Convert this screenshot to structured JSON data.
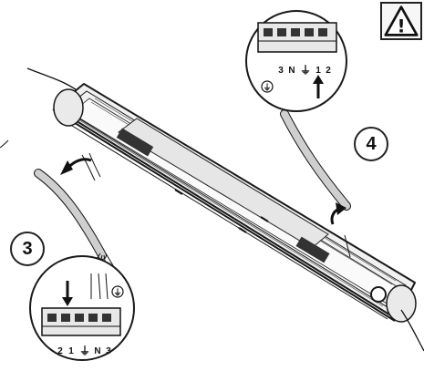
{
  "warning": {
    "symbol": "!"
  },
  "steps": [
    {
      "number": "3"
    },
    {
      "number": "4"
    }
  ],
  "terminal_top": {
    "labels": [
      "3",
      "N",
      "1",
      "2"
    ],
    "earth_symbol": "⏚"
  },
  "terminal_bottom": {
    "labels": [
      "2",
      "1",
      "N",
      "3"
    ],
    "earth_symbol": "⏚"
  },
  "colors": {
    "line": "#1a1a1a",
    "cable": "#cfcfcf",
    "fixture_fill": "#eeeeee"
  }
}
